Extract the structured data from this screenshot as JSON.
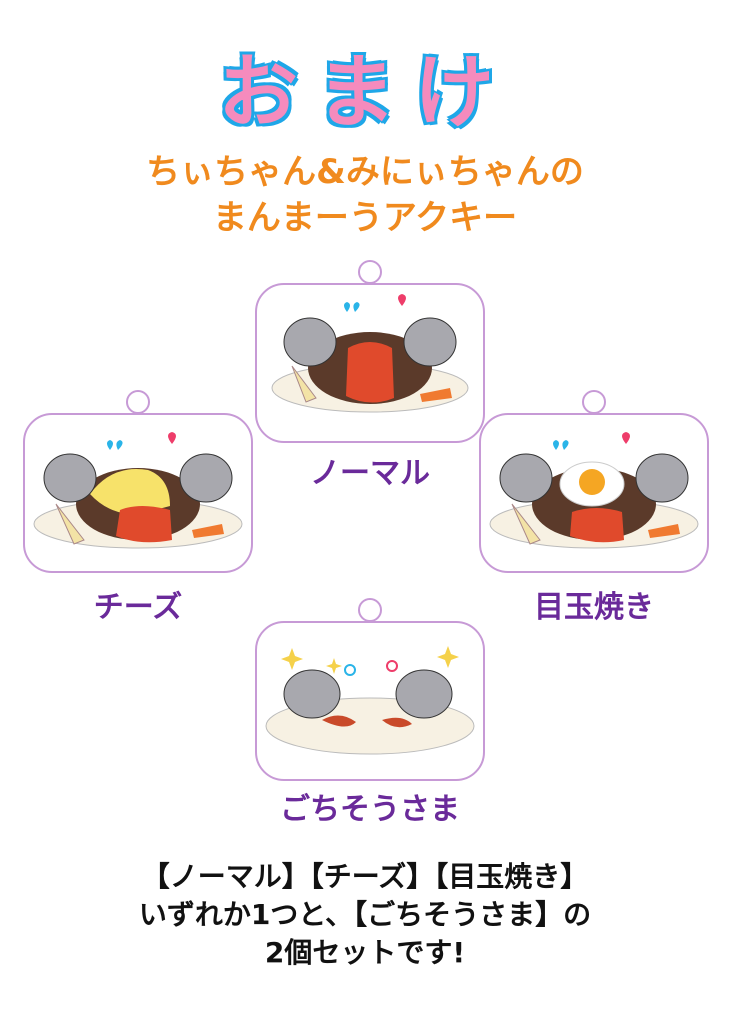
{
  "title": "おまけ",
  "subtitle_line1": "ちぃちゃん&みにぃちゃんの",
  "subtitle_line2": "まんまーうアクキー",
  "keychains": [
    {
      "label": "ノーマル",
      "variant": "normal"
    },
    {
      "label": "チーズ",
      "variant": "cheese"
    },
    {
      "label": "目玉焼き",
      "variant": "egg"
    },
    {
      "label": "ごちそうさま",
      "variant": "empty"
    }
  ],
  "footer_line1": "【ノーマル】【チーズ】【目玉焼き】",
  "footer_line2": "いずれか1つと、【ごちそうさま】の",
  "footer_line3": "2個セットです!",
  "colors": {
    "title_fill": "#f58bbd",
    "title_outline": "#1fa7e8",
    "subtitle": "#f08a1e",
    "label": "#6a2a9a",
    "frame": "#c79ad6"
  }
}
